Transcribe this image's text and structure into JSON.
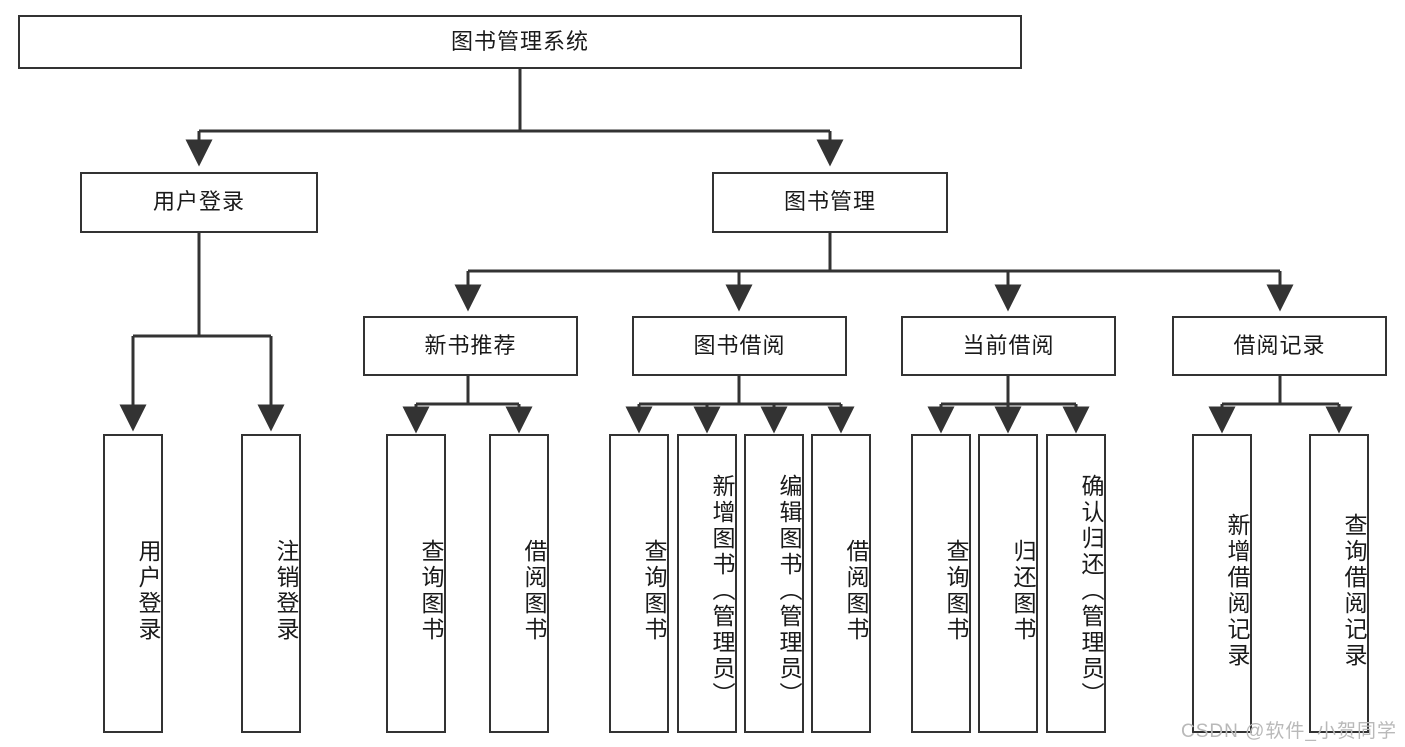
{
  "diagram": {
    "title": "图书管理系统",
    "type": "tree-hierarchy-chart",
    "colors": {
      "box_border": "#333333",
      "box_fill": "#ffffff",
      "edge": "#333333",
      "text": "#1a1a1a",
      "watermark": "#b9b9b9"
    },
    "root": {
      "label": "图书管理系统"
    },
    "level2": [
      {
        "label": "用户登录"
      },
      {
        "label": "图书管理"
      }
    ],
    "level3": [
      {
        "label": "新书推荐"
      },
      {
        "label": "图书借阅"
      },
      {
        "label": "当前借阅"
      },
      {
        "label": "借阅记录"
      }
    ],
    "leaves": {
      "user_login": [
        {
          "label": "用户登录"
        },
        {
          "label": "注销登录"
        }
      ],
      "new_book": [
        {
          "label": "查询图书"
        },
        {
          "label": "借阅图书"
        }
      ],
      "book_borrow": [
        {
          "label": "查询图书"
        },
        {
          "label": "新增图书（管理员）"
        },
        {
          "label": "编辑图书（管理员）"
        },
        {
          "label": "借阅图书"
        }
      ],
      "current_borrow": [
        {
          "label": "查询图书"
        },
        {
          "label": "归还图书"
        },
        {
          "label": "确认归还（管理员）"
        }
      ],
      "borrow_record": [
        {
          "label": "新增借阅记录"
        },
        {
          "label": "查询借阅记录"
        }
      ]
    }
  },
  "watermark": {
    "text": "CSDN @软件_小贺同学"
  }
}
